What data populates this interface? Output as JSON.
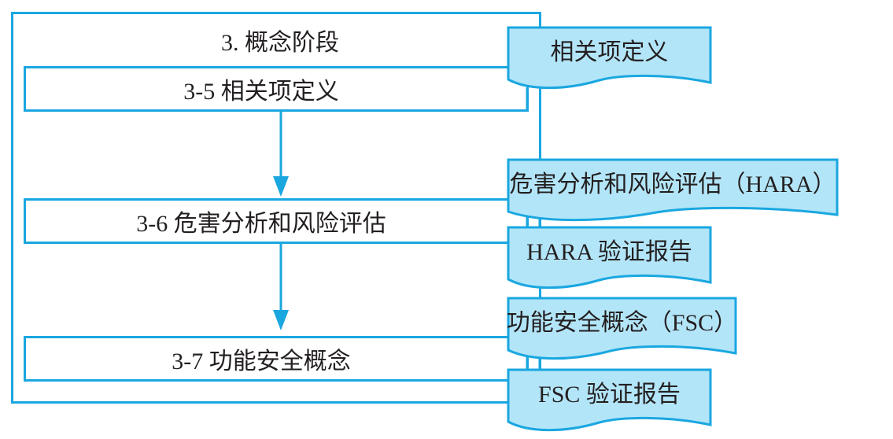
{
  "colors": {
    "line": "#1aa7e0",
    "doc_fill": "#b3e5f8",
    "text": "#231f20"
  },
  "phase": {
    "title": "3. 概念阶段"
  },
  "steps": [
    {
      "id": "3-5",
      "label": "3-5 相关项定义"
    },
    {
      "id": "3-6",
      "label": "3-6 危害分析和风险评估"
    },
    {
      "id": "3-7",
      "label": "3-7 功能安全概念"
    }
  ],
  "documents": [
    {
      "label": "相关项定义",
      "from_step": "3-5"
    },
    {
      "label": "危害分析和风险评估（HARA）",
      "from_step": "3-6"
    },
    {
      "label": "HARA 验证报告",
      "from_step": "3-6"
    },
    {
      "label": "功能安全概念（FSC）",
      "from_step": "3-7"
    },
    {
      "label": "FSC 验证报告",
      "from_step": "3-7"
    }
  ],
  "arrows": [
    {
      "from": "3-5",
      "to": "3-6"
    },
    {
      "from": "3-6",
      "to": "3-7"
    }
  ]
}
